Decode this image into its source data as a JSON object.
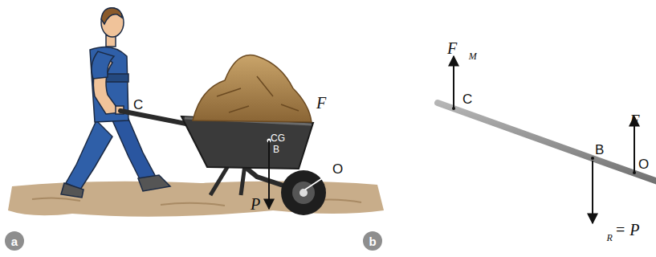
{
  "diagram": {
    "nodes": [
      {
        "text": [
          "a"
        ]
      },
      {
        "text": [
          "b"
        ]
      }
    ],
    "labels": [
      "C",
      "CG",
      "B",
      "O",
      "F⃗",
      "P⃗",
      "F⃗",
      "M",
      "C",
      "B",
      "O",
      "F⃗",
      "R",
      "= P⃗"
    ]
  }
}
